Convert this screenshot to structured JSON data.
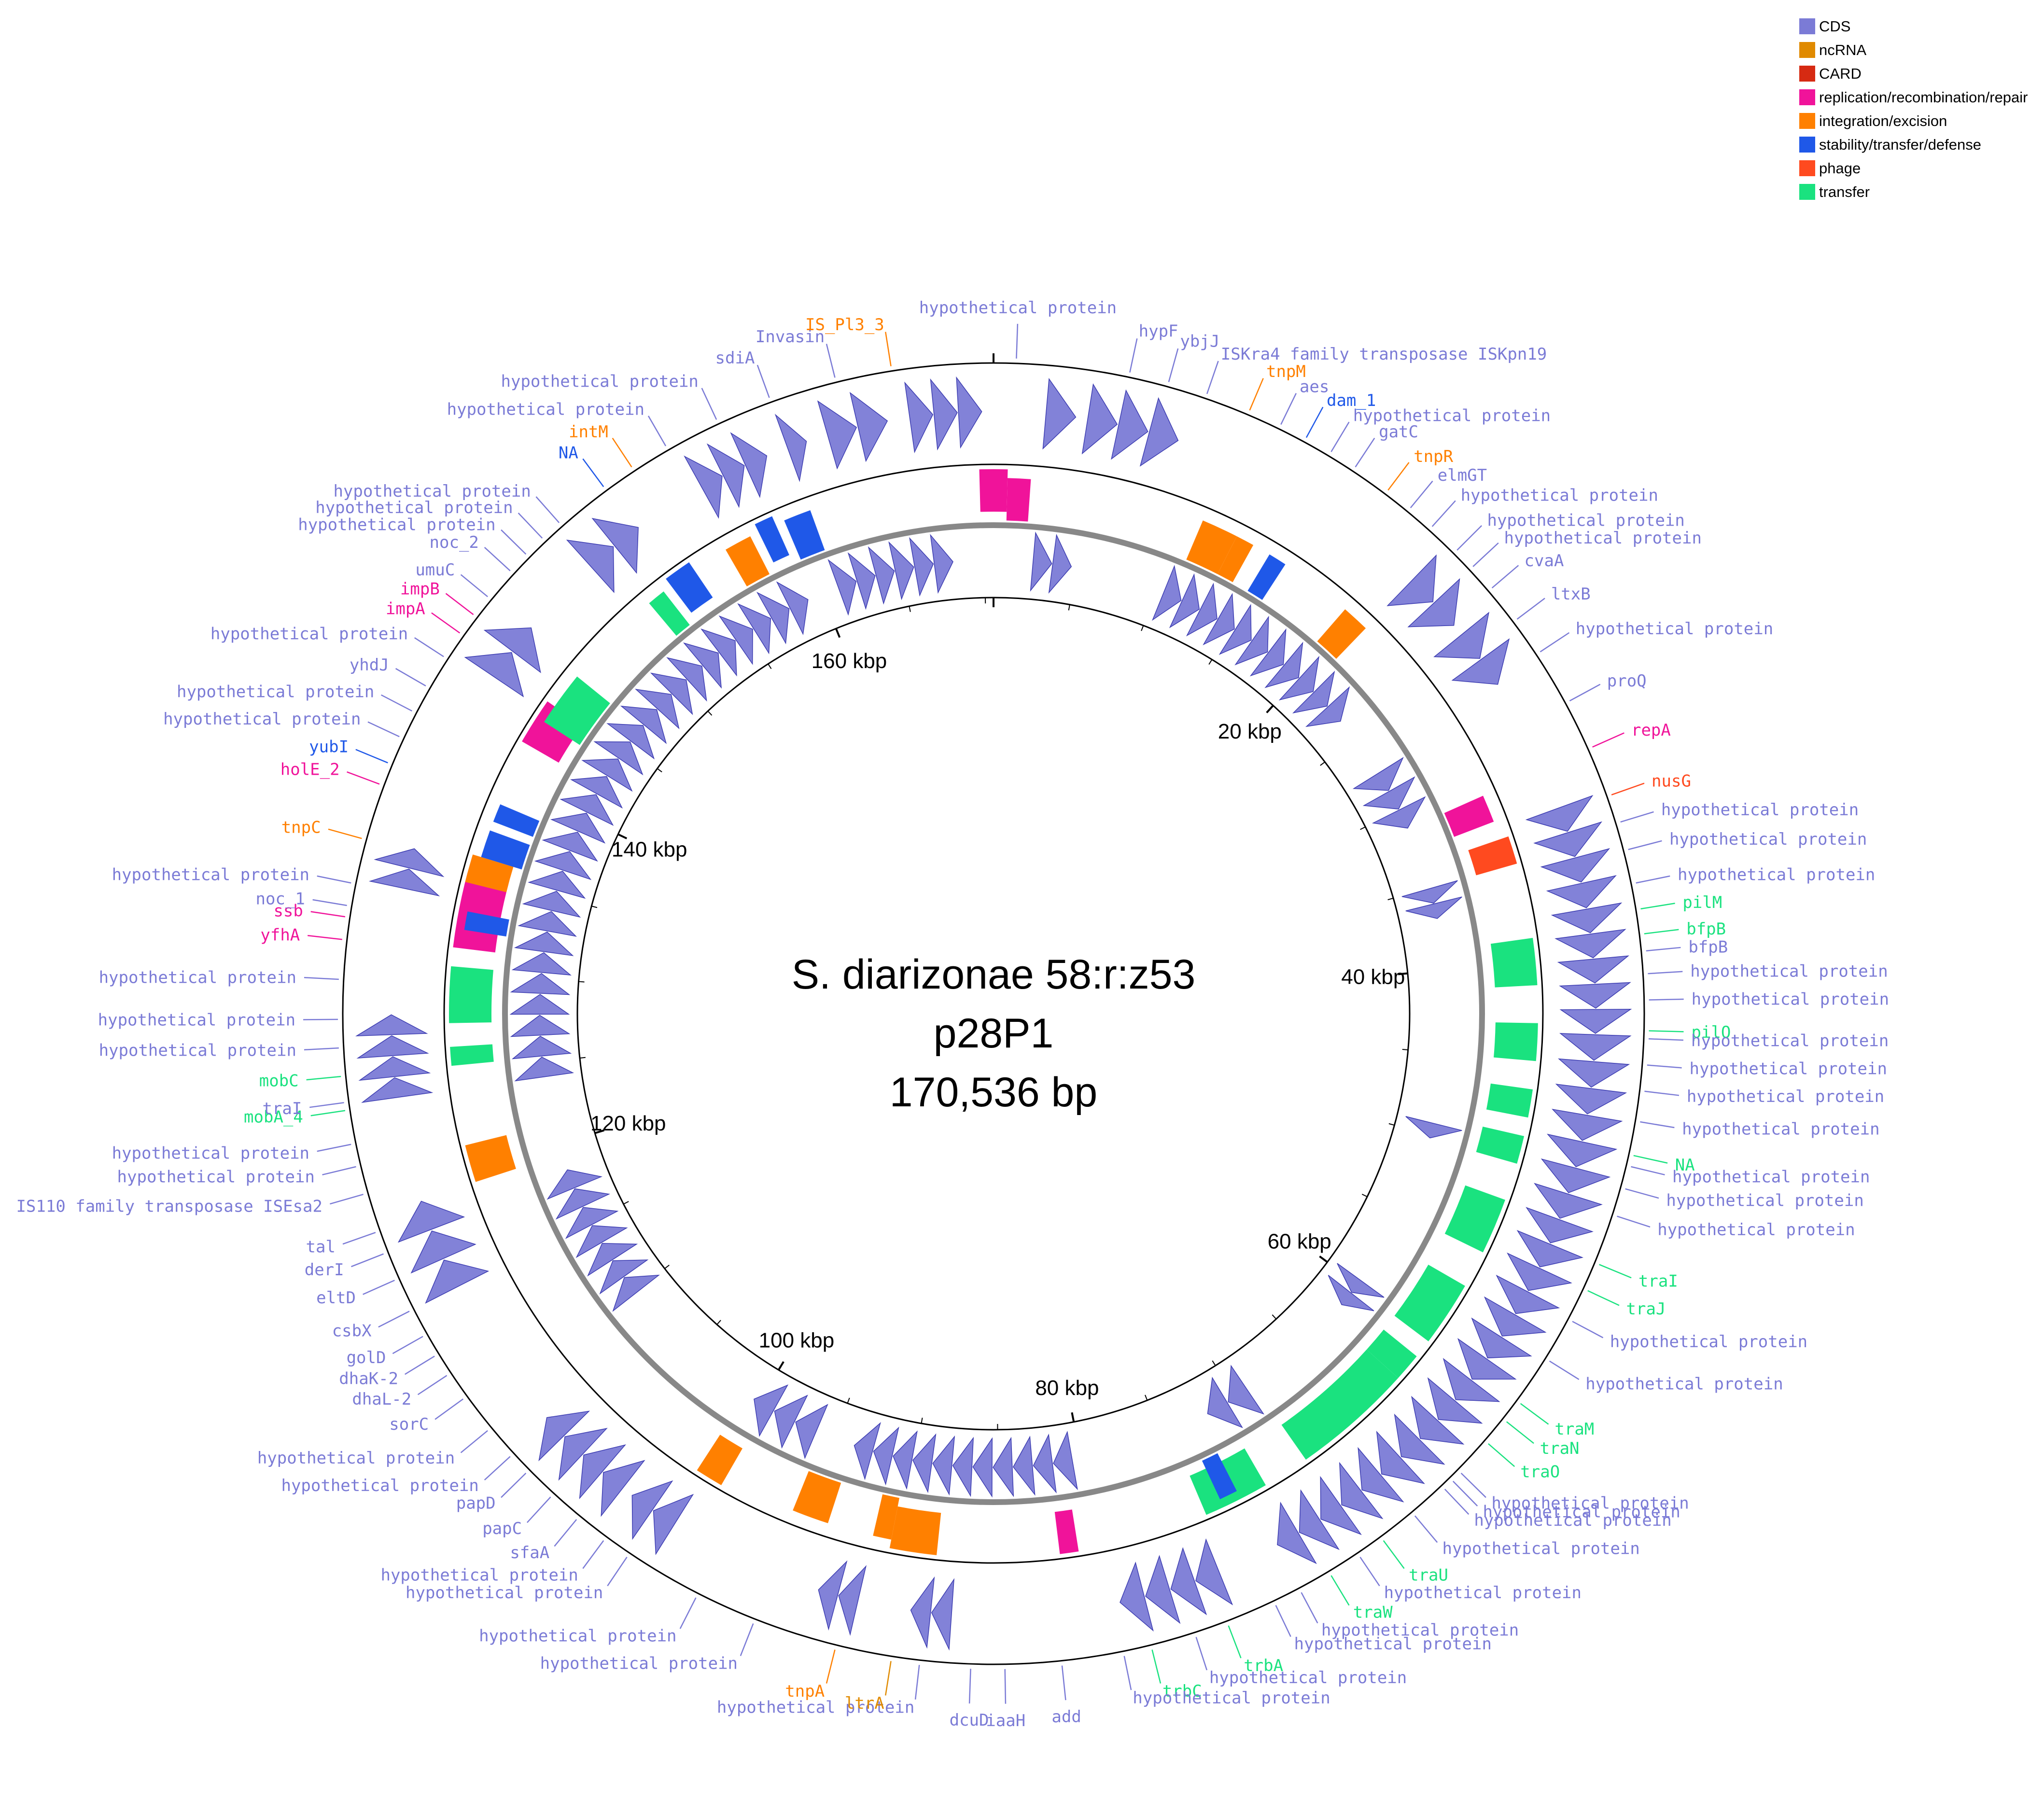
{
  "title": {
    "organism": "S. diarizonae 58:r:z53",
    "plasmid": "p28P1",
    "length": "170,536 bp"
  },
  "genome_length_bp": 170536,
  "colors": {
    "CDS": "#7b7bd6",
    "ncRNA": "#e08a00",
    "CARD": "#d62a12",
    "replication/recombination/repair": "#f0139a",
    "integration/excision": "#ff8000",
    "stability/transfer/defense": "#1f58e8",
    "phage": "#ff4a1f",
    "transfer": "#1ae27f"
  },
  "legend": [
    {
      "label": "CDS",
      "key": "CDS"
    },
    {
      "label": "ncRNA",
      "key": "ncRNA"
    },
    {
      "label": "CARD",
      "key": "CARD"
    },
    {
      "label": "replication/recombination/repair",
      "key": "replication/recombination/repair"
    },
    {
      "label": "integration/excision",
      "key": "integration/excision"
    },
    {
      "label": "stability/transfer/defense",
      "key": "stability/transfer/defense"
    },
    {
      "label": "phage",
      "key": "phage"
    },
    {
      "label": "transfer",
      "key": "transfer"
    }
  ],
  "tick_labels": [
    {
      "pos": 20000,
      "label": "20 kbp"
    },
    {
      "pos": 40000,
      "label": "40 kbp"
    },
    {
      "pos": 60000,
      "label": "60 kbp"
    },
    {
      "pos": 80000,
      "label": "80 kbp"
    },
    {
      "pos": 100000,
      "label": "100 kbp"
    },
    {
      "pos": 120000,
      "label": "120 kbp"
    },
    {
      "pos": 140000,
      "label": "140 kbp"
    },
    {
      "pos": 160000,
      "label": "160 kbp"
    }
  ],
  "gene_labels": [
    {
      "deg": 2,
      "text": "hypothetical protein",
      "cat": "CDS"
    },
    {
      "deg": 12,
      "text": "hypF",
      "cat": "CDS"
    },
    {
      "deg": 15.5,
      "text": "ybjJ",
      "cat": "CDS"
    },
    {
      "deg": 19,
      "text": "ISKra4 family transposase ISKpn19",
      "cat": "CDS"
    },
    {
      "deg": 23,
      "text": "tnpM",
      "cat": "integration/excision"
    },
    {
      "deg": 26,
      "text": "aes",
      "cat": "CDS"
    },
    {
      "deg": 28.5,
      "text": "dam_1",
      "cat": "stability/transfer/defense"
    },
    {
      "deg": 31,
      "text": "hypothetical protein",
      "cat": "CDS"
    },
    {
      "deg": 33.5,
      "text": "gatC",
      "cat": "CDS"
    },
    {
      "deg": 37,
      "text": "tnpR",
      "cat": "integration/excision"
    },
    {
      "deg": 39.5,
      "text": "elmGT",
      "cat": "CDS"
    },
    {
      "deg": 42,
      "text": "hypothetical protein",
      "cat": "CDS"
    },
    {
      "deg": 45,
      "text": "hypothetical protein",
      "cat": "CDS"
    },
    {
      "deg": 47,
      "text": "hypothetical protein",
      "cat": "CDS"
    },
    {
      "deg": 49.5,
      "text": "cvaA",
      "cat": "CDS"
    },
    {
      "deg": 53,
      "text": "ltxB",
      "cat": "CDS"
    },
    {
      "deg": 56.5,
      "text": "hypothetical protein",
      "cat": "CDS"
    },
    {
      "deg": 61.5,
      "text": "proQ",
      "cat": "CDS"
    },
    {
      "deg": 66,
      "text": "repA",
      "cat": "replication/recombination/repair"
    },
    {
      "deg": 70.5,
      "text": "nusG",
      "cat": "phage"
    },
    {
      "deg": 73,
      "text": "hypothetical protein",
      "cat": "CDS"
    },
    {
      "deg": 75.5,
      "text": "hypothetical protein",
      "cat": "CDS"
    },
    {
      "deg": 78.5,
      "text": "hypothetical protein",
      "cat": "CDS"
    },
    {
      "deg": 80.8,
      "text": "pilM",
      "cat": "transfer"
    },
    {
      "deg": 83,
      "text": "bfpB",
      "cat": "transfer"
    },
    {
      "deg": 86.5,
      "text": "hypothetical protein",
      "cat": "CDS"
    },
    {
      "deg": 88.8,
      "text": "hypothetical protein",
      "cat": "CDS"
    },
    {
      "deg": 91.5,
      "text": "pilQ",
      "cat": "transfer"
    },
    {
      "deg": 94.5,
      "text": "hypothetical protein",
      "cat": "CDS"
    },
    {
      "deg": 96.8,
      "text": "hypothetical protein",
      "cat": "CDS"
    },
    {
      "deg": 99.5,
      "text": "hypothetical protein",
      "cat": "CDS"
    },
    {
      "deg": 102.5,
      "text": "NA",
      "cat": "transfer"
    },
    {
      "deg": 105.5,
      "text": "hypothetical protein",
      "cat": "CDS"
    },
    {
      "deg": 108,
      "text": "hypothetical protein",
      "cat": "CDS"
    },
    {
      "deg": 112.5,
      "text": "traI",
      "cat": "transfer"
    },
    {
      "deg": 115,
      "text": "traJ",
      "cat": "transfer"
    },
    {
      "deg": 118,
      "text": "hypothetical protein",
      "cat": "CDS"
    },
    {
      "deg": 122,
      "text": "hypothetical protein",
      "cat": "CDS"
    },
    {
      "deg": 126.5,
      "text": "traM",
      "cat": "transfer"
    },
    {
      "deg": 128.5,
      "text": "traN",
      "cat": "transfer"
    },
    {
      "deg": 131,
      "text": "traO",
      "cat": "transfer"
    },
    {
      "deg": 134.5,
      "text": "hypothetical protein",
      "cat": "CDS"
    },
    {
      "deg": 136.5,
      "text": "hypothetical protein",
      "cat": "CDS"
    },
    {
      "deg": 140,
      "text": "hypothetical protein",
      "cat": "CDS"
    },
    {
      "deg": 143.5,
      "text": "traU",
      "cat": "transfer"
    },
    {
      "deg": 146,
      "text": "hypothetical protein",
      "cat": "CDS"
    },
    {
      "deg": 149,
      "text": "traW",
      "cat": "transfer"
    },
    {
      "deg": 152,
      "text": "hypothetical protein",
      "cat": "CDS"
    },
    {
      "deg": 154.5,
      "text": "hypothetical protein",
      "cat": "CDS"
    },
    {
      "deg": 159,
      "text": "trbA",
      "cat": "transfer"
    },
    {
      "deg": 162,
      "text": "hypothetical protein",
      "cat": "CDS"
    },
    {
      "deg": 166,
      "text": "trbC",
      "cat": "transfer"
    },
    {
      "deg": 168.5,
      "text": "hypothetical protein",
      "cat": "CDS"
    },
    {
      "deg": 174,
      "text": "add",
      "cat": "CDS"
    },
    {
      "deg": 179,
      "text": "iaaH",
      "cat": "CDS"
    },
    {
      "deg": 182,
      "text": "dcuD",
      "cat": "CDS"
    },
    {
      "deg": 186.5,
      "text": "hypothetical protein",
      "cat": "CDS"
    },
    {
      "deg": 189,
      "text": "ltrA",
      "cat": "ncRNA"
    },
    {
      "deg": 194,
      "text": "tnpA",
      "cat": "integration/excision"
    },
    {
      "deg": 201.5,
      "text": "hypothetical protein",
      "cat": "CDS"
    },
    {
      "deg": 207,
      "text": "hypothetical protein",
      "cat": "CDS"
    },
    {
      "deg": 214,
      "text": "hypothetical protein",
      "cat": "CDS"
    },
    {
      "deg": 216.5,
      "text": "hypothetical protein",
      "cat": "CDS"
    },
    {
      "deg": 219.5,
      "text": "sfaA",
      "cat": "CDS"
    },
    {
      "deg": 222.5,
      "text": "papC",
      "cat": "CDS"
    },
    {
      "deg": 225.5,
      "text": "papD",
      "cat": "CDS"
    },
    {
      "deg": 227.5,
      "text": "hypothetical protein",
      "cat": "CDS"
    },
    {
      "deg": 230.5,
      "text": "hypothetical protein",
      "cat": "CDS"
    },
    {
      "deg": 234,
      "text": "sorC",
      "cat": "CDS"
    },
    {
      "deg": 236.5,
      "text": "dhaL-2",
      "cat": "CDS"
    },
    {
      "deg": 238.5,
      "text": "dhaK-2",
      "cat": "CDS"
    },
    {
      "deg": 240.5,
      "text": "golD",
      "cat": "CDS"
    },
    {
      "deg": 243,
      "text": "csbX",
      "cat": "CDS"
    },
    {
      "deg": 246,
      "text": "eltD",
      "cat": "CDS"
    },
    {
      "deg": 248.5,
      "text": "derI",
      "cat": "CDS"
    },
    {
      "deg": 250.5,
      "text": "tal",
      "cat": "CDS"
    },
    {
      "deg": 254,
      "text": "IS110 family transposase ISEsa2",
      "cat": "CDS"
    },
    {
      "deg": 256.5,
      "text": "hypothetical protein",
      "cat": "CDS"
    },
    {
      "deg": 258.5,
      "text": "hypothetical protein",
      "cat": "CDS"
    },
    {
      "deg": 261.5,
      "text": "mobA_4",
      "cat": "transfer"
    },
    {
      "deg": 264.5,
      "text": "mobC",
      "cat": "transfer"
    },
    {
      "deg": 267,
      "text": "hypothetical protein",
      "cat": "CDS"
    },
    {
      "deg": 269.5,
      "text": "hypothetical protein",
      "cat": "CDS"
    },
    {
      "deg": 273,
      "text": "hypothetical protein",
      "cat": "CDS"
    },
    {
      "deg": 276.5,
      "text": "yfhA",
      "cat": "replication/recombination/repair"
    },
    {
      "deg": 278.5,
      "text": "ssb",
      "cat": "replication/recombination/repair"
    },
    {
      "deg": 281.5,
      "text": "hypothetical protein",
      "cat": "CDS"
    },
    {
      "deg": 285.5,
      "text": "tnpC",
      "cat": "integration/excision"
    },
    {
      "deg": 290.5,
      "text": "holE_2",
      "cat": "replication/recombination/repair"
    },
    {
      "deg": 292.5,
      "text": "yubI",
      "cat": "stability/transfer/defense"
    },
    {
      "deg": 295,
      "text": "hypothetical protein",
      "cat": "CDS"
    },
    {
      "deg": 297.5,
      "text": "hypothetical protein",
      "cat": "CDS"
    },
    {
      "deg": 300,
      "text": "yhdJ",
      "cat": "CDS"
    },
    {
      "deg": 303,
      "text": "hypothetical protein",
      "cat": "CDS"
    },
    {
      "deg": 305.5,
      "text": "impA",
      "cat": "replication/recombination/repair"
    },
    {
      "deg": 307.5,
      "text": "impB",
      "cat": "replication/recombination/repair"
    },
    {
      "deg": 309.5,
      "text": "umuC",
      "cat": "CDS"
    },
    {
      "deg": 312.5,
      "text": "noc_2",
      "cat": "CDS"
    },
    {
      "deg": 314.5,
      "text": "hypothetical protein",
      "cat": "CDS"
    },
    {
      "deg": 316.5,
      "text": "hypothetical protein",
      "cat": "CDS"
    },
    {
      "deg": 318.5,
      "text": "hypothetical protein",
      "cat": "CDS"
    },
    {
      "deg": 323.5,
      "text": "NA",
      "cat": "stability/transfer/defense"
    },
    {
      "deg": 326.5,
      "text": "intM",
      "cat": "integration/excision"
    },
    {
      "deg": 330,
      "text": "hypothetical protein",
      "cat": "CDS"
    },
    {
      "deg": 335,
      "text": "hypothetical protein",
      "cat": "CDS"
    },
    {
      "deg": 340,
      "text": "sdiA",
      "cat": "CDS"
    },
    {
      "deg": 346,
      "text": "Invasin",
      "cat": "CDS"
    },
    {
      "deg": 351,
      "text": "IS_Pl3_3",
      "cat": "integration/excision"
    },
    {
      "deg": 279.5,
      "text": "noc_1",
      "cat": "CDS"
    },
    {
      "deg": 262.2,
      "text": "traI",
      "cat": "CDS"
    },
    {
      "deg": 84.5,
      "text": "bfpB",
      "cat": "CDS"
    },
    {
      "deg": 92.2,
      "text": "hypothetical protein",
      "cat": "CDS"
    },
    {
      "deg": 103.5,
      "text": "hypothetical protein",
      "cat": "CDS"
    },
    {
      "deg": 135.5,
      "text": "hypothetical protein",
      "cat": "CDS"
    }
  ],
  "ring_features": {
    "outer_ring": [
      {
        "start": 344,
        "end": 350,
        "cat": "CDS",
        "strand": "arrow"
      },
      {
        "start": 352,
        "end": 359,
        "cat": "CDS",
        "strand": "arrow"
      },
      {
        "start": 5,
        "end": 8,
        "cat": "CDS",
        "strand": "arrow"
      },
      {
        "start": 9,
        "end": 18,
        "cat": "CDS",
        "strand": "arrow"
      },
      {
        "start": 44,
        "end": 50,
        "cat": "CDS",
        "strand": "arrow"
      },
      {
        "start": 51,
        "end": 57,
        "cat": "CDS",
        "strand": "arrow"
      },
      {
        "start": 70,
        "end": 80,
        "cat": "CDS",
        "strand": "arrow"
      },
      {
        "start": 80,
        "end": 92,
        "cat": "CDS",
        "strand": "arrow"
      },
      {
        "start": 92,
        "end": 110,
        "cat": "CDS",
        "strand": "arrow"
      },
      {
        "start": 110,
        "end": 125,
        "cat": "CDS",
        "strand": "arrow"
      },
      {
        "start": 125,
        "end": 140,
        "cat": "CDS",
        "strand": "arrow"
      },
      {
        "start": 140,
        "end": 152,
        "cat": "CDS",
        "strand": "arrow"
      },
      {
        "start": 158,
        "end": 168,
        "cat": "CDS",
        "strand": "arrow"
      },
      {
        "start": 184,
        "end": 188,
        "cat": "CDS",
        "strand": "arrow"
      },
      {
        "start": 193,
        "end": 197,
        "cat": "CDS",
        "strand": "arrow"
      },
      {
        "start": 212,
        "end": 217,
        "cat": "CDS",
        "strand": "arrow"
      },
      {
        "start": 218,
        "end": 228,
        "cat": "CDS",
        "strand": "arrow"
      },
      {
        "start": 243,
        "end": 252,
        "cat": "CDS",
        "strand": "arrow"
      },
      {
        "start": 262,
        "end": 266,
        "cat": "CDS",
        "strand": "arrow"
      },
      {
        "start": 266,
        "end": 270,
        "cat": "CDS",
        "strand": "arrow"
      },
      {
        "start": 282,
        "end": 286,
        "cat": "CDS",
        "strand": "arrow"
      },
      {
        "start": 304,
        "end": 310,
        "cat": "CDS",
        "strand": "arrow"
      },
      {
        "start": 318,
        "end": 324,
        "cat": "CDS",
        "strand": "arrow"
      },
      {
        "start": 331,
        "end": 338,
        "cat": "CDS",
        "strand": "arrow"
      },
      {
        "start": 340,
        "end": 342,
        "cat": "CDS",
        "strand": "arrow"
      }
    ],
    "middle_ring": [
      {
        "start": 358.5,
        "end": 1.5,
        "cat": "replication/recombination/repair"
      },
      {
        "start": 82,
        "end": 87,
        "cat": "transfer"
      },
      {
        "start": 91,
        "end": 95,
        "cat": "transfer"
      },
      {
        "start": 98,
        "end": 101,
        "cat": "transfer"
      },
      {
        "start": 103,
        "end": 106,
        "cat": "transfer"
      },
      {
        "start": 110,
        "end": 116,
        "cat": "transfer"
      },
      {
        "start": 120,
        "end": 127,
        "cat": "transfer"
      },
      {
        "start": 129,
        "end": 132,
        "cat": "transfer"
      },
      {
        "start": 132,
        "end": 145,
        "cat": "transfer"
      },
      {
        "start": 150,
        "end": 157,
        "cat": "transfer"
      },
      {
        "start": 186,
        "end": 191,
        "cat": "integration/excision"
      },
      {
        "start": 252,
        "end": 256,
        "cat": "integration/excision"
      },
      {
        "start": 264.5,
        "end": 266.5,
        "cat": "transfer"
      },
      {
        "start": 269,
        "end": 275,
        "cat": "transfer"
      },
      {
        "start": 277,
        "end": 285,
        "cat": "replication/recombination/repair"
      },
      {
        "start": 284,
        "end": 287,
        "cat": "integration/excision"
      },
      {
        "start": 300,
        "end": 305,
        "cat": "replication/recombination/repair"
      },
      {
        "start": 323,
        "end": 326,
        "cat": "stability/transfer/defense"
      },
      {
        "start": 334,
        "end": 336,
        "cat": "stability/transfer/defense"
      },
      {
        "start": 210,
        "end": 213,
        "cat": "integration/excision"
      },
      {
        "start": 171,
        "end": 173,
        "cat": "replication/recombination/repair"
      },
      {
        "start": 71,
        "end": 74,
        "cat": "phage"
      }
    ],
    "inner_ring_outer": [
      {
        "start": 1.5,
        "end": 4,
        "cat": "replication/recombination/repair"
      },
      {
        "start": 23,
        "end": 27,
        "cat": "integration/excision"
      },
      {
        "start": 27,
        "end": 29,
        "cat": "integration/excision"
      },
      {
        "start": 31,
        "end": 33,
        "cat": "stability/transfer/defense"
      },
      {
        "start": 41,
        "end": 44,
        "cat": "integration/excision"
      },
      {
        "start": 66,
        "end": 69,
        "cat": "replication/recombination/repair"
      },
      {
        "start": 153,
        "end": 155,
        "cat": "stability/transfer/defense"
      },
      {
        "start": 191,
        "end": 193,
        "cat": "integration/excision"
      },
      {
        "start": 198,
        "end": 202,
        "cat": "integration/excision"
      },
      {
        "start": 279,
        "end": 281,
        "cat": "stability/transfer/defense"
      },
      {
        "start": 287,
        "end": 290,
        "cat": "stability/transfer/defense"
      },
      {
        "start": 291,
        "end": 293,
        "cat": "stability/transfer/defense"
      },
      {
        "start": 303,
        "end": 309,
        "cat": "transfer"
      },
      {
        "start": 320,
        "end": 322,
        "cat": "transfer"
      },
      {
        "start": 330,
        "end": 333,
        "cat": "integration/excision"
      },
      {
        "start": 337,
        "end": 340,
        "cat": "stability/transfer/defense"
      }
    ],
    "inner_ring": [
      {
        "start": 340,
        "end": 355,
        "cat": "CDS"
      },
      {
        "start": 5,
        "end": 10,
        "cat": "CDS"
      },
      {
        "start": 22,
        "end": 50,
        "cat": "CDS"
      },
      {
        "start": 58,
        "end": 66,
        "cat": "CDS"
      },
      {
        "start": 74,
        "end": 78,
        "cat": "CDS"
      },
      {
        "start": 104,
        "end": 106,
        "cat": "CDS"
      },
      {
        "start": 126,
        "end": 130,
        "cat": "CDS"
      },
      {
        "start": 146,
        "end": 152,
        "cat": "CDS"
      },
      {
        "start": 170,
        "end": 198,
        "cat": "CDS"
      },
      {
        "start": 203,
        "end": 212,
        "cat": "CDS"
      },
      {
        "start": 232,
        "end": 250,
        "cat": "CDS"
      },
      {
        "start": 262,
        "end": 336,
        "cat": "CDS"
      }
    ]
  }
}
